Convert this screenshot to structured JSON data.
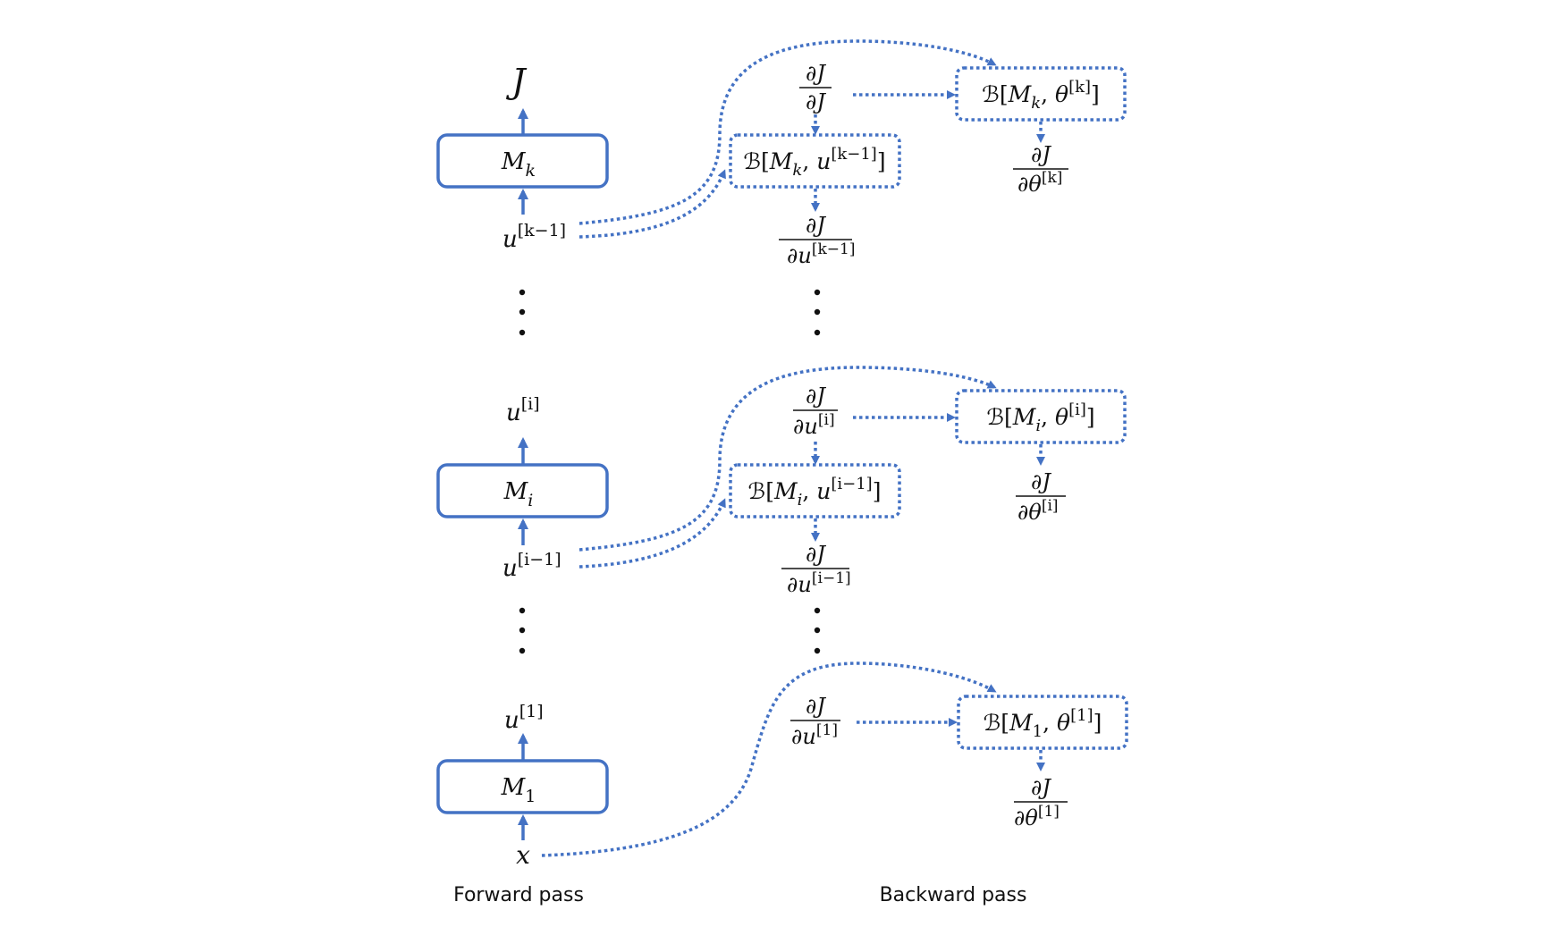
{
  "colors": {
    "accent": "#4472C4",
    "text": "#111111",
    "background": "#ffffff"
  },
  "captions": {
    "forward": "Forward pass",
    "backward": "Backward pass"
  },
  "forward": {
    "output": "J",
    "modules": [
      {
        "base": "M",
        "sub": "k"
      },
      {
        "base": "M",
        "sub": "i"
      },
      {
        "base": "M",
        "sub": "1"
      }
    ],
    "signals": {
      "u_k_minus_1": {
        "base": "u",
        "sup": "[k−1]"
      },
      "u_i": {
        "base": "u",
        "sup": "[i]"
      },
      "u_i_minus_1": {
        "base": "u",
        "sup": "[i−1]"
      },
      "u_1": {
        "base": "u",
        "sup": "[1]"
      },
      "x": {
        "base": "x"
      }
    }
  },
  "backward": {
    "grad_symbol": "∂J",
    "partial": "∂",
    "blocks": {
      "B_Mk_u": {
        "op": "ℬ",
        "module": "M",
        "sub": "k",
        "arg": "u",
        "sup": "[k−1]"
      },
      "B_Mk_theta": {
        "op": "ℬ",
        "module": "M",
        "sub": "k",
        "arg": "θ",
        "sup": "[k]"
      },
      "B_Mi_u": {
        "op": "ℬ",
        "module": "M",
        "sub": "i",
        "arg": "u",
        "sup": "[i−1]"
      },
      "B_Mi_theta": {
        "op": "ℬ",
        "module": "M",
        "sub": "i",
        "arg": "θ",
        "sup": "[i]"
      },
      "B_M1_theta": {
        "op": "ℬ",
        "module": "M",
        "sub": "1",
        "arg": "θ",
        "sup": "[1]"
      }
    },
    "gradients": {
      "dJ_dJ": {
        "num": "∂J",
        "den_base": "∂J",
        "den_sup": ""
      },
      "dJ_du_k_minus_1": {
        "num": "∂J",
        "den_base": "∂u",
        "den_sup": "[k−1]"
      },
      "dJ_dtheta_k": {
        "num": "∂J",
        "den_base": "∂θ",
        "den_sup": "[k]"
      },
      "dJ_du_i": {
        "num": "∂J",
        "den_base": "∂u",
        "den_sup": "[i]"
      },
      "dJ_du_i_minus_1": {
        "num": "∂J",
        "den_base": "∂u",
        "den_sup": "[i−1]"
      },
      "dJ_dtheta_i": {
        "num": "∂J",
        "den_base": "∂θ",
        "den_sup": "[i]"
      },
      "dJ_du_1": {
        "num": "∂J",
        "den_base": "∂u",
        "den_sup": "[1]"
      },
      "dJ_dtheta_1": {
        "num": "∂J",
        "den_base": "∂θ",
        "den_sup": "[1]"
      }
    }
  }
}
